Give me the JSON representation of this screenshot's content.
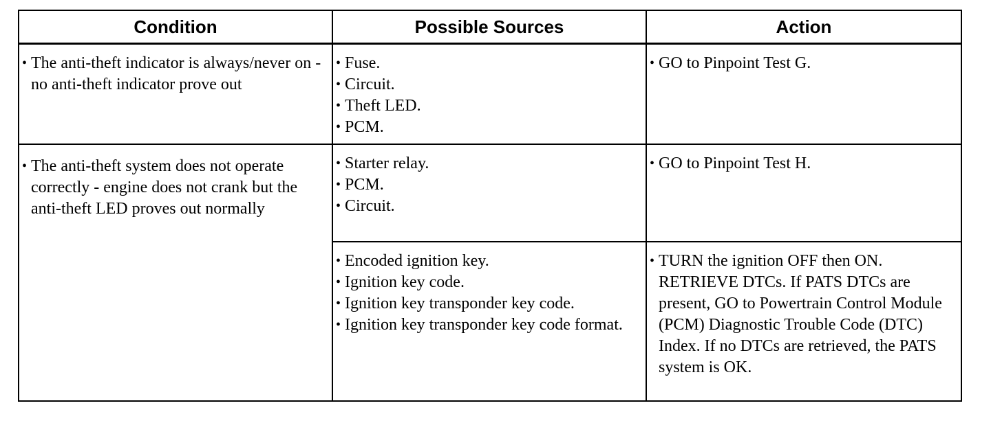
{
  "headers": {
    "condition": "Condition",
    "sources": "Possible Sources",
    "action": "Action"
  },
  "bullet": "•",
  "rows": [
    {
      "condition": "The anti-theft indicator is always/never on - no anti-theft indicator prove out",
      "groups": [
        {
          "sources": [
            "Fuse.",
            "Circuit.",
            "Theft LED.",
            "PCM."
          ],
          "action": "GO to Pinpoint Test G."
        }
      ]
    },
    {
      "condition": "The anti-theft system does not operate correctly - engine does not crank but the anti-theft LED proves out normally",
      "groups": [
        {
          "sources": [
            "Starter relay.",
            "PCM.",
            "Circuit."
          ],
          "action": "GO to Pinpoint Test H."
        },
        {
          "sources": [
            "Encoded ignition key.",
            "Ignition key code.",
            "Ignition key transponder key code.",
            "Ignition key transponder key code format."
          ],
          "action": "TURN the ignition OFF then ON. RETRIEVE DTCs. If PATS DTCs are present, GO to Powertrain Control Module (PCM) Diagnostic Trouble Code (DTC) Index. If no DTCs are retrieved, the PATS system is OK."
        }
      ]
    }
  ]
}
